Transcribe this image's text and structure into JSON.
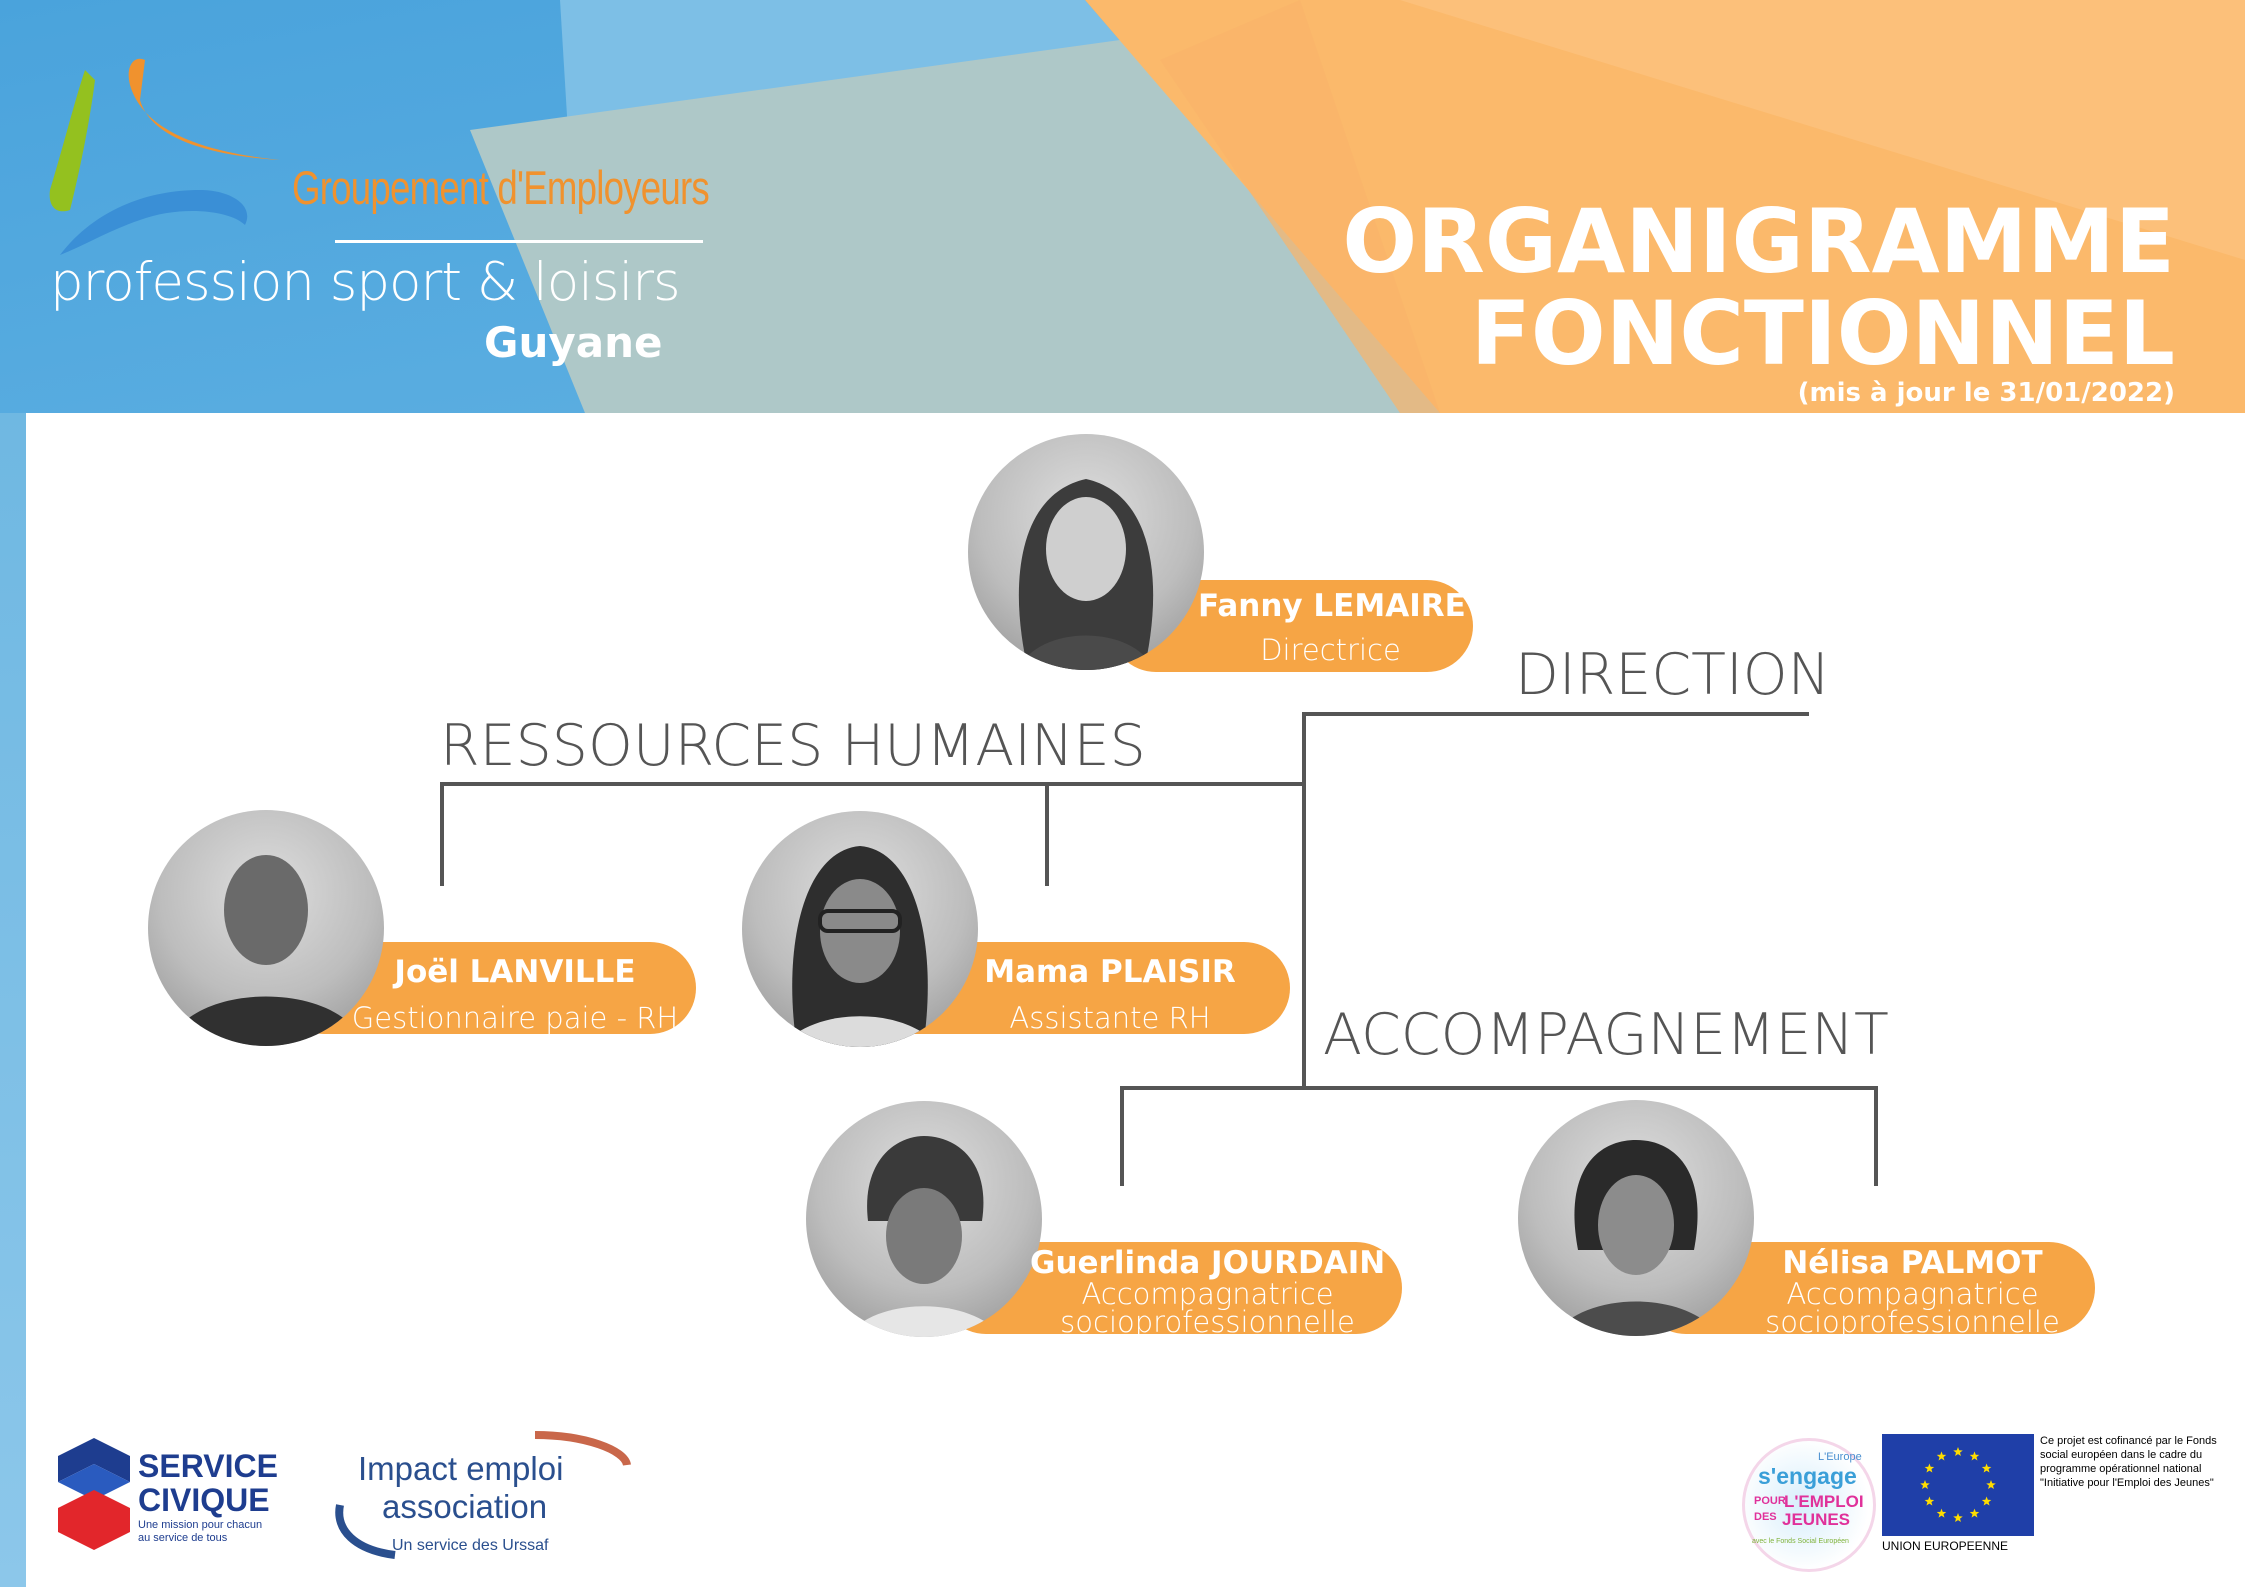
{
  "header": {
    "logo": {
      "line1": "Groupement d'Employeurs",
      "line2": "profession sport & loisirs",
      "line3": "Guyane"
    },
    "title_line1": "ORGANIGRAMME",
    "title_line2": "FONCTIONNEL",
    "subtitle": "(mis à jour le 31/01/2022)"
  },
  "sections": {
    "direction": "DIRECTION",
    "rh": "RESSOURCES HUMAINES",
    "accompagnement": "ACCOMPAGNEMENT"
  },
  "people": [
    {
      "name": "Fanny LEMAIRE",
      "role": "Directrice"
    },
    {
      "name": "Joël LANVILLE",
      "role": "Gestionnaire paie - RH"
    },
    {
      "name": "Mama PLAISIR",
      "role": "Assistante RH"
    },
    {
      "name": "Guerlinda JOURDAIN",
      "role_line1": "Accompagnatrice",
      "role_line2": "socioprofessionnelle"
    },
    {
      "name": "Nélisa PALMOT",
      "role_line1": "Accompagnatrice",
      "role_line2": "socioprofessionnelle"
    }
  ],
  "footer": {
    "service_civique": {
      "name_line1": "SERVICE",
      "name_line2": "CIVIQUE",
      "tagline_line1": "Une mission pour chacun",
      "tagline_line2": "au service de tous"
    },
    "impact_emploi": {
      "name_line1": "Impact emploi",
      "name_line2": "association",
      "tagline": "Un service des Urssaf"
    },
    "europe_jeunes": {
      "small": "L'Europe",
      "engage": "s'engage",
      "pour": "POUR",
      "emploi": "L'EMPLOI",
      "des": "DES",
      "jeunes": "JEUNES",
      "arc": "avec le Fonds Social Européen"
    },
    "eu": {
      "caption": "UNION EUROPEENNE",
      "text": "Ce projet est cofinancé par le Fonds social européen dans le cadre du programme opérationnel national \"Initiative pour l'Emploi des Jeunes\""
    }
  },
  "colors": {
    "accent_orange": "#f6a545",
    "header_blue": "#4aa3dc",
    "header_teal": "#aec8c8",
    "line_gray": "#555555"
  }
}
